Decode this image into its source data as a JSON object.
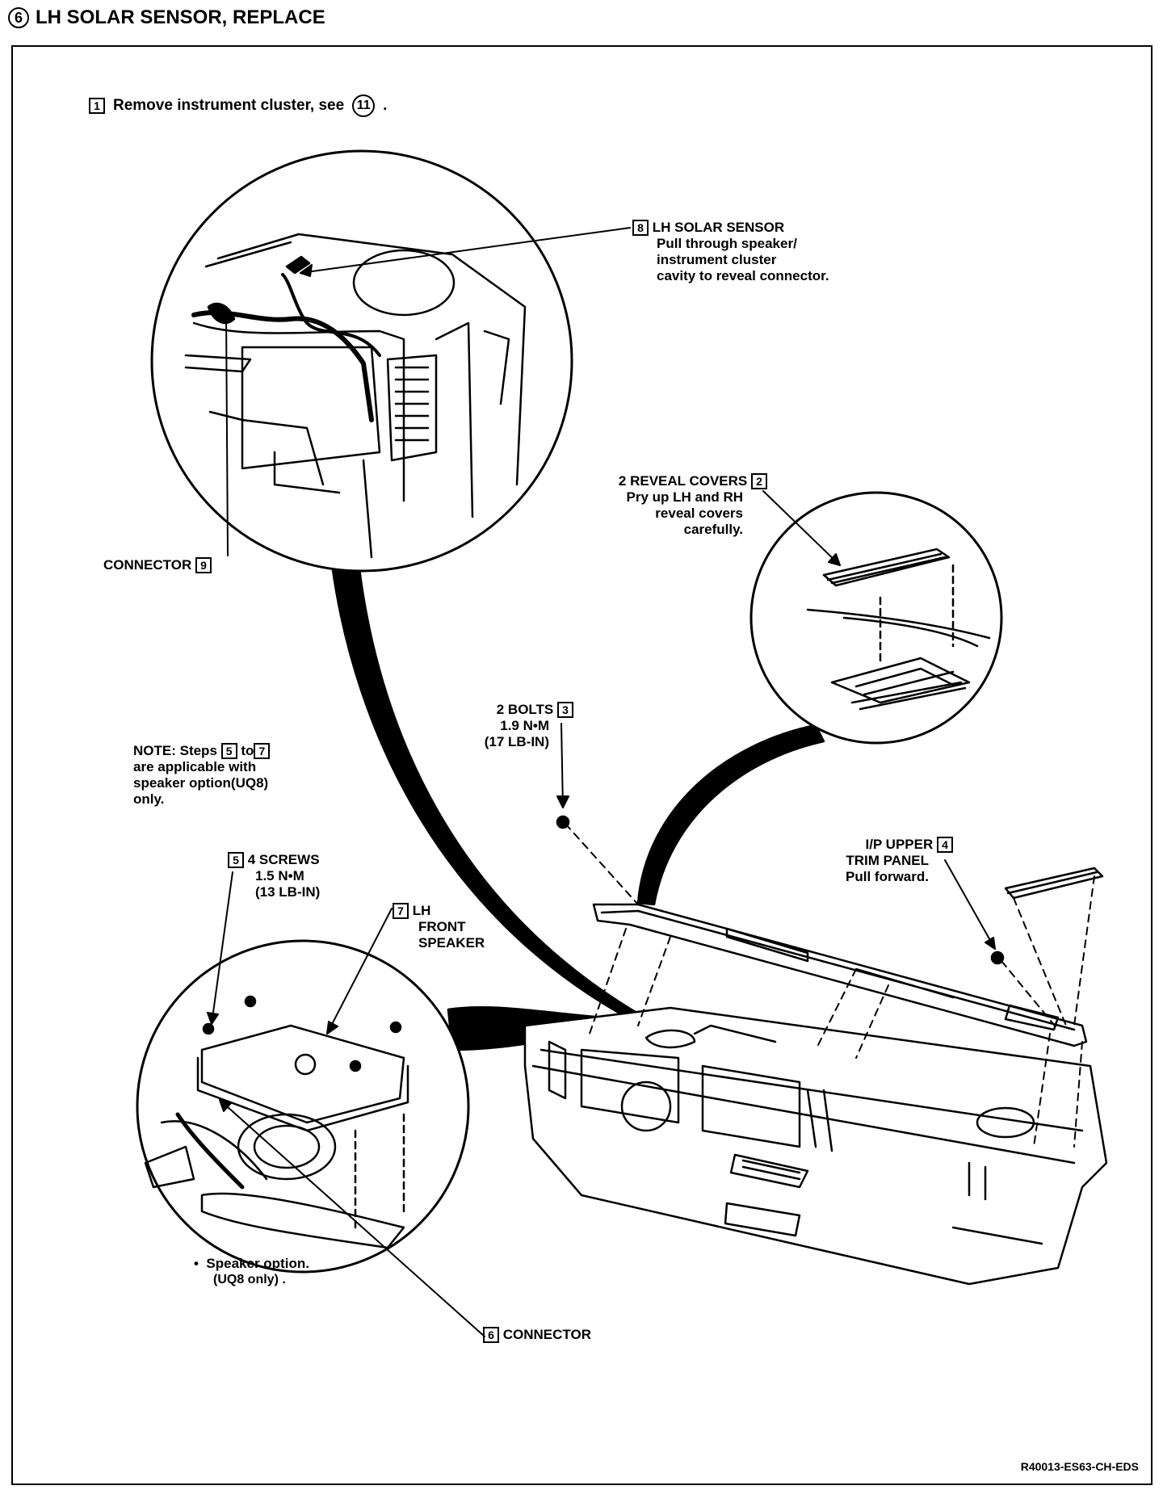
{
  "heading": {
    "number": "6",
    "title": "LH SOLAR SENSOR, REPLACE"
  },
  "step1": {
    "number": "1",
    "text": "Remove instrument cluster, see",
    "ref": "11",
    "tail": "."
  },
  "callouts": {
    "solar_sensor": {
      "number": "8",
      "title": "LH SOLAR SENSOR",
      "lines": [
        "Pull through speaker/",
        "instrument cluster",
        "cavity to reveal connector."
      ]
    },
    "connector9": {
      "label": "CONNECTOR",
      "number": "9"
    },
    "reveal_covers": {
      "title": "2 REVEAL COVERS",
      "number": "2",
      "lines": [
        "Pry up LH and RH",
        "reveal covers",
        "carefully."
      ]
    },
    "bolts": {
      "title": "2 BOLTS",
      "number": "3",
      "lines": [
        "1.9 N•M",
        "(17 LB-IN)"
      ]
    },
    "note": {
      "prefix": "NOTE: Steps",
      "from": "5",
      "to_word": "to",
      "to": "7",
      "lines": [
        "are applicable with",
        "speaker option(UQ8)",
        "only."
      ]
    },
    "trim_panel": {
      "line1": "I/P UPPER",
      "number": "4",
      "line2": "TRIM PANEL",
      "line3": "Pull forward."
    },
    "screws": {
      "number": "5",
      "title": "4 SCREWS",
      "lines": [
        "1.5 N•M",
        "(13 LB-IN)"
      ]
    },
    "speaker": {
      "number": "7",
      "lines": [
        "LH",
        "FRONT",
        "SPEAKER"
      ]
    },
    "speaker_option": {
      "bullet": "•",
      "line1": "Speaker option.",
      "line2": "(UQ8 only) ."
    },
    "connector6": {
      "number": "6",
      "label": "CONNECTOR"
    }
  },
  "figure_id": "R40013-ES63-CH-EDS"
}
